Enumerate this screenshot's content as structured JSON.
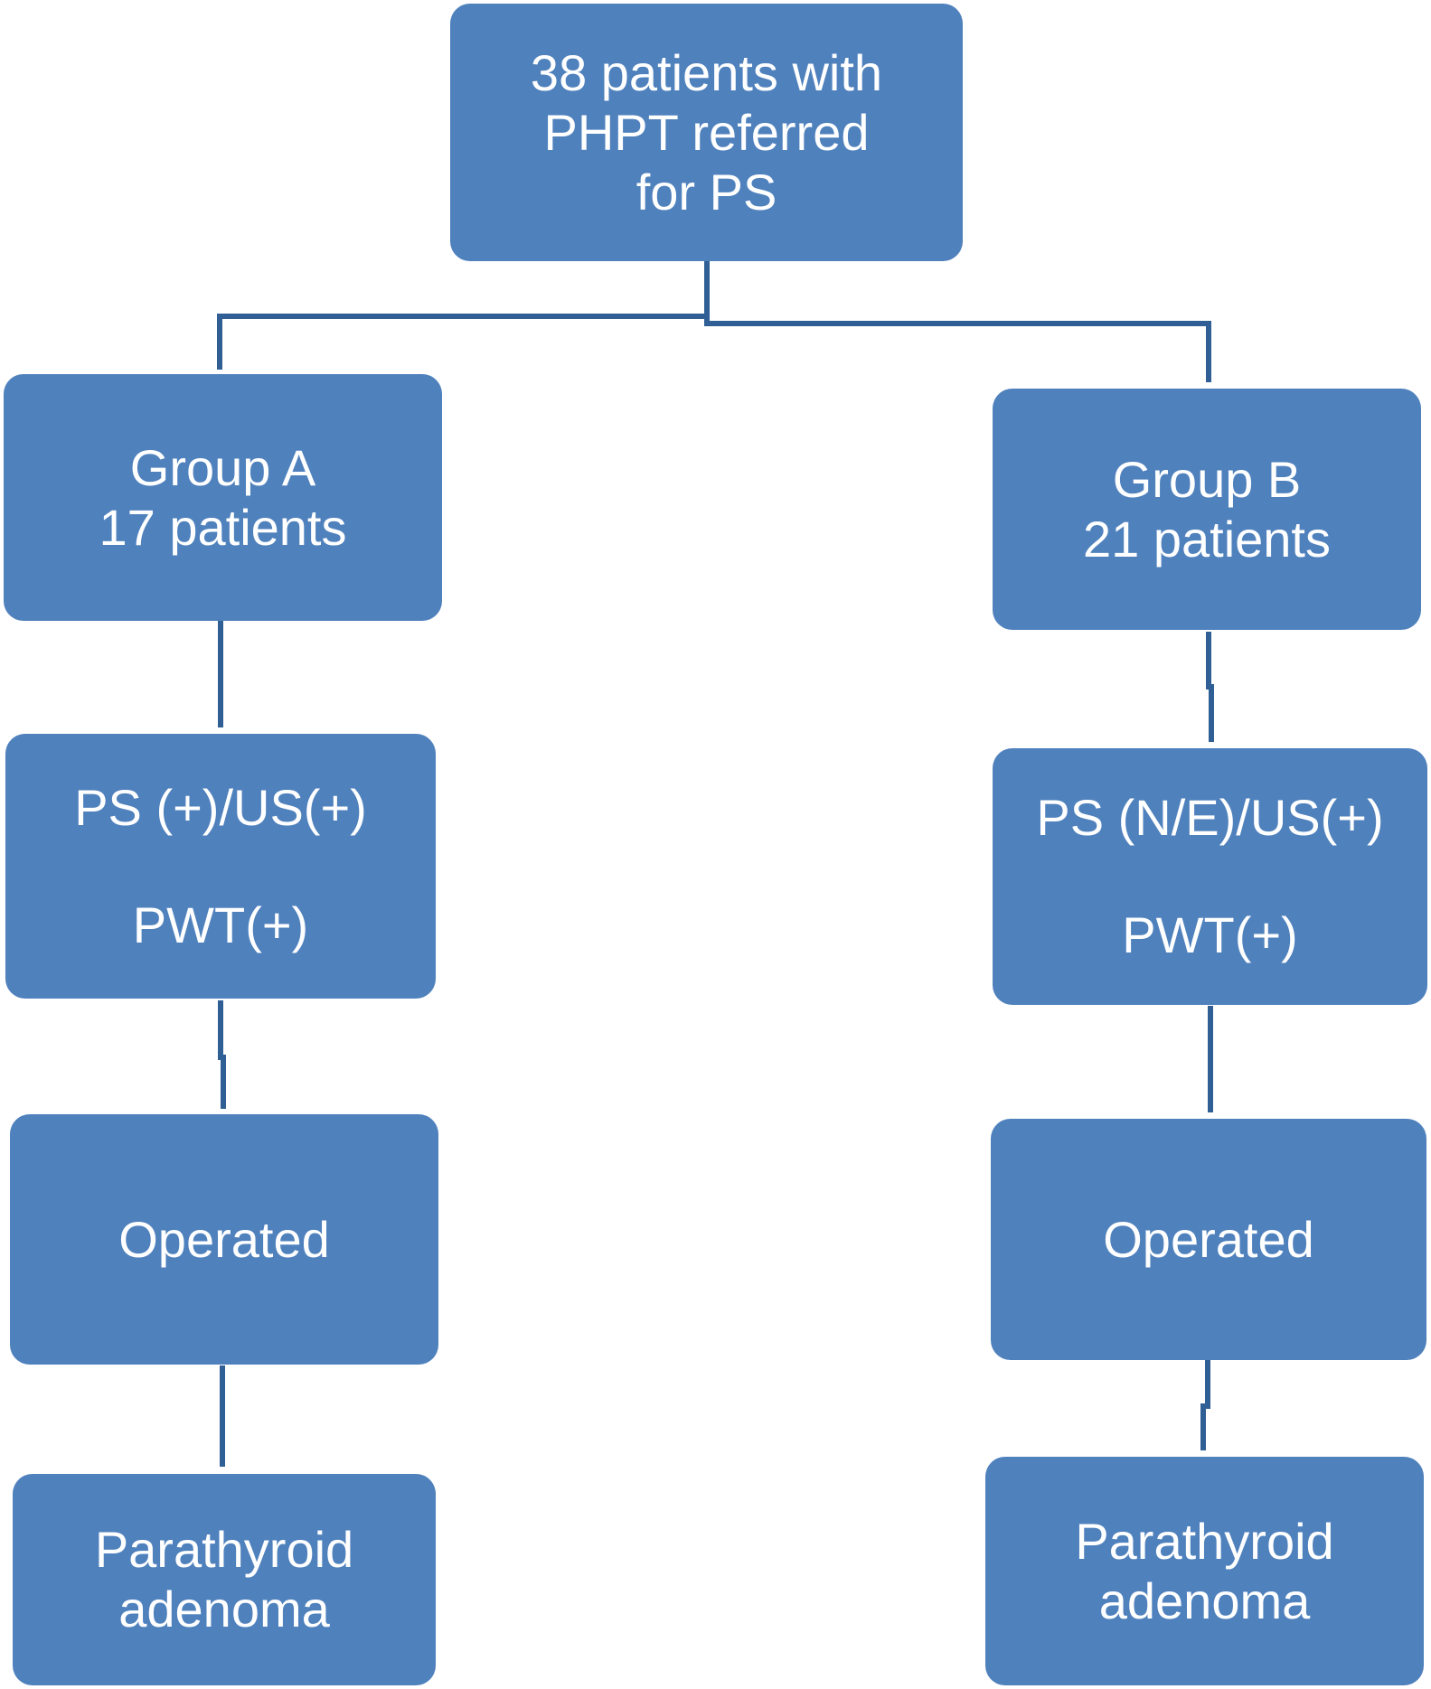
{
  "flowchart": {
    "root": {
      "lines": [
        "38 patients with",
        "PHPT referred",
        "for PS"
      ]
    },
    "group_a": {
      "header": [
        "Group A",
        "17 patients"
      ],
      "imaging": [
        "PS (+)/US(+)",
        "PWT(+)"
      ],
      "outcome": "Operated",
      "result": [
        "Parathyroid",
        "adenoma"
      ]
    },
    "group_b": {
      "header": [
        "Group B",
        "21 patients"
      ],
      "imaging": [
        "PS (N/E)/US(+)",
        "PWT(+)"
      ],
      "outcome": "Operated",
      "result": [
        "Parathyroid",
        "adenoma"
      ]
    }
  },
  "colors": {
    "box_fill": "#4f81bd",
    "box_text": "#ffffff",
    "connector": "#2f5f95",
    "background": "#ffffff"
  }
}
